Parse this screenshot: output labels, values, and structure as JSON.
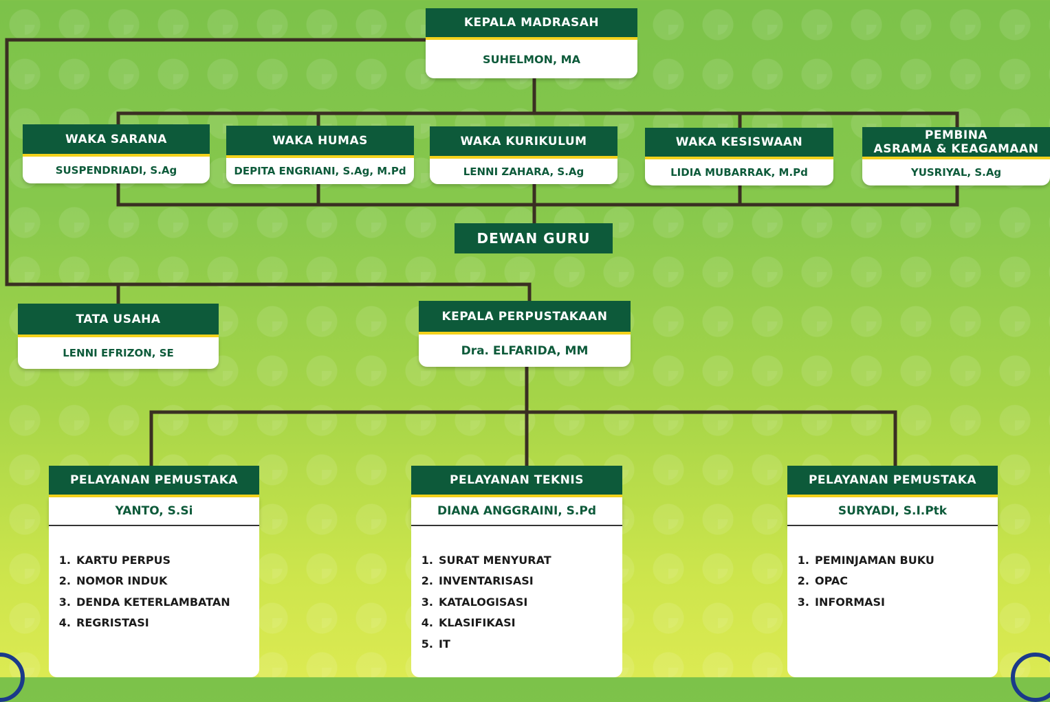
{
  "kepala": {
    "title": "KEPALA MADRASAH",
    "name": "SUHELMON, MA"
  },
  "wakas": [
    {
      "title": "WAKA SARANA",
      "name": "SUSPENDRIADI, S.Ag"
    },
    {
      "title": "WAKA HUMAS",
      "name": "DEPITA ENGRIANI, S.Ag, M.Pd"
    },
    {
      "title": "WAKA KURIKULUM",
      "name": "LENNI ZAHARA, S.Ag"
    },
    {
      "title": "WAKA KESISWAAN",
      "name": "LIDIA MUBARRAK, M.Pd"
    },
    {
      "title_line1": "PEMBINA",
      "title_line2": "ASRAMA & KEAGAMAAN",
      "name": "YUSRIYAL, S.Ag"
    }
  ],
  "dewan_guru": "DEWAN GURU",
  "tata_usaha": {
    "title": "TATA USAHA",
    "name": "LENNI EFRIZON, SE"
  },
  "perpustakaan": {
    "title": "KEPALA PERPUSTAKAAN",
    "name": "Dra. ELFARIDA, MM"
  },
  "units": [
    {
      "title": "PELAYANAN PEMUSTAKA",
      "name": "YANTO, S.Si",
      "tasks": [
        {
          "n": "1.",
          "t": "KARTU PERPUS"
        },
        {
          "n": "2.",
          "t": "NOMOR INDUK"
        },
        {
          "n": "3.",
          "t": "DENDA KETERLAMBATAN"
        },
        {
          "n": "4.",
          "t": "REGRISTASI"
        }
      ]
    },
    {
      "title": "PELAYANAN TEKNIS",
      "name": "DIANA ANGGRAINI, S.Pd",
      "tasks": [
        {
          "n": "1.",
          "t": "SURAT MENYURAT"
        },
        {
          "n": "2.",
          "t": "INVENTARISASI"
        },
        {
          "n": "3.",
          "t": "KATALOGISASI"
        },
        {
          "n": "4.",
          "t": "KLASIFIKASI"
        },
        {
          "n": "5.",
          "t": "IT"
        }
      ]
    },
    {
      "title": "PELAYANAN PEMUSTAKA",
      "name": "SURYADI, S.I.Ptk",
      "tasks": [
        {
          "n": "1.",
          "t": "PEMINJAMAN BUKU"
        },
        {
          "n": "2.",
          "t": "OPAC"
        },
        {
          "n": "3.",
          "t": "INFORMASI"
        }
      ]
    }
  ],
  "colors": {
    "header": "#0d5a3a",
    "accent": "#f4d21c",
    "line": "#3a2f22"
  }
}
